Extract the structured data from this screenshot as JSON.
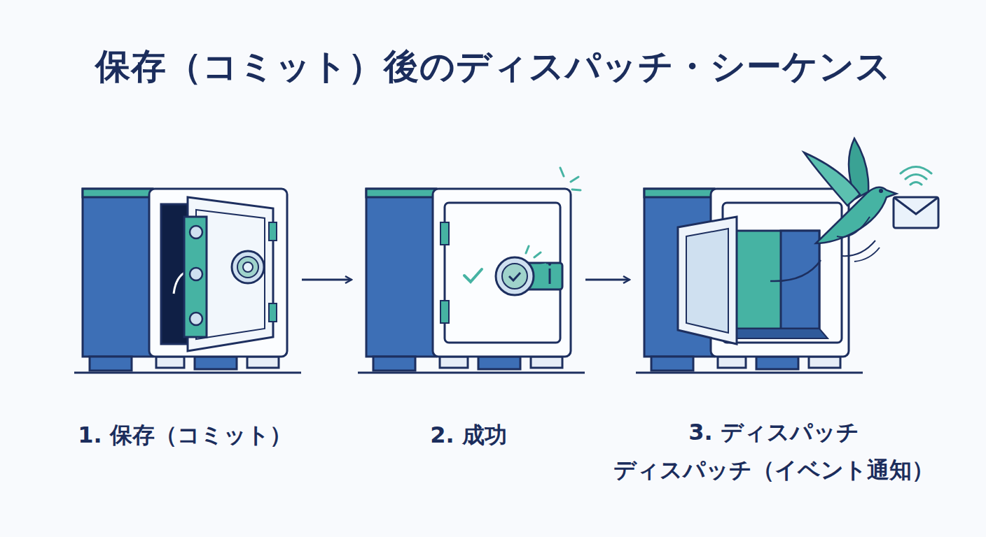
{
  "diagram": {
    "title": "保存（コミット）後のディスパッチ・シーケンス",
    "nodes": [
      {
        "text": [
          "1. 保存（コミット）"
        ]
      },
      {
        "text": [
          "2. 成功"
        ]
      },
      {
        "text": [
          "3. ディスパッチ",
          "ディスパッチ（イベント通知）"
        ]
      }
    ],
    "edges": [
      {
        "from": 0,
        "to": 1,
        "arrow": "to"
      },
      {
        "from": 1,
        "to": 2,
        "arrow": "to"
      }
    ]
  }
}
